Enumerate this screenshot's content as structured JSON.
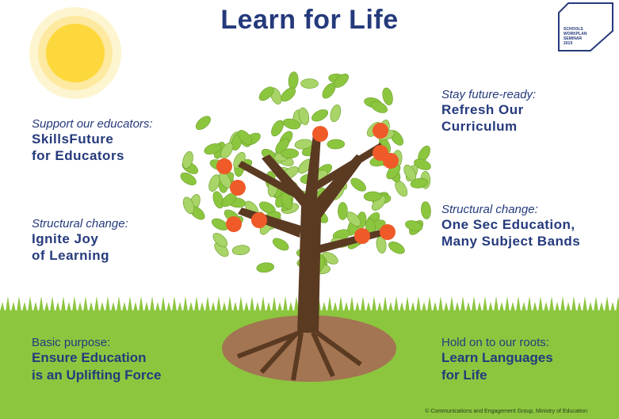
{
  "title": "Learn for Life",
  "logo": {
    "text": "SCHOOLS WORKPLAN SEMINAR 2019"
  },
  "items": [
    {
      "label": "Support our educators:",
      "heading_lines": [
        "SkillsFuture",
        "for Educators"
      ]
    },
    {
      "label": "Structural change:",
      "heading_lines": [
        "Ignite Joy",
        "of Learning"
      ]
    },
    {
      "label": "Basic purpose:",
      "heading_lines": [
        "Ensure Education",
        "is an Uplifting Force"
      ]
    },
    {
      "label": "Stay future-ready:",
      "heading_lines": [
        "Refresh Our",
        "Curriculum"
      ]
    },
    {
      "label": "Structural change:",
      "heading_lines": [
        "One Sec Education,",
        "Many Subject Bands"
      ]
    },
    {
      "label": "Hold on to our roots:",
      "heading_lines": [
        "Learn Languages",
        "for Life"
      ]
    }
  ],
  "credit": "© Communications and Engagement Group, Ministry of Education",
  "colors": {
    "navy": "#253a7c",
    "grass": "#8cc63f",
    "trunk": "#5b3a22",
    "leaf": "#8cc63f",
    "fruit": "#ef5a28",
    "sun": "#fcd63a"
  }
}
